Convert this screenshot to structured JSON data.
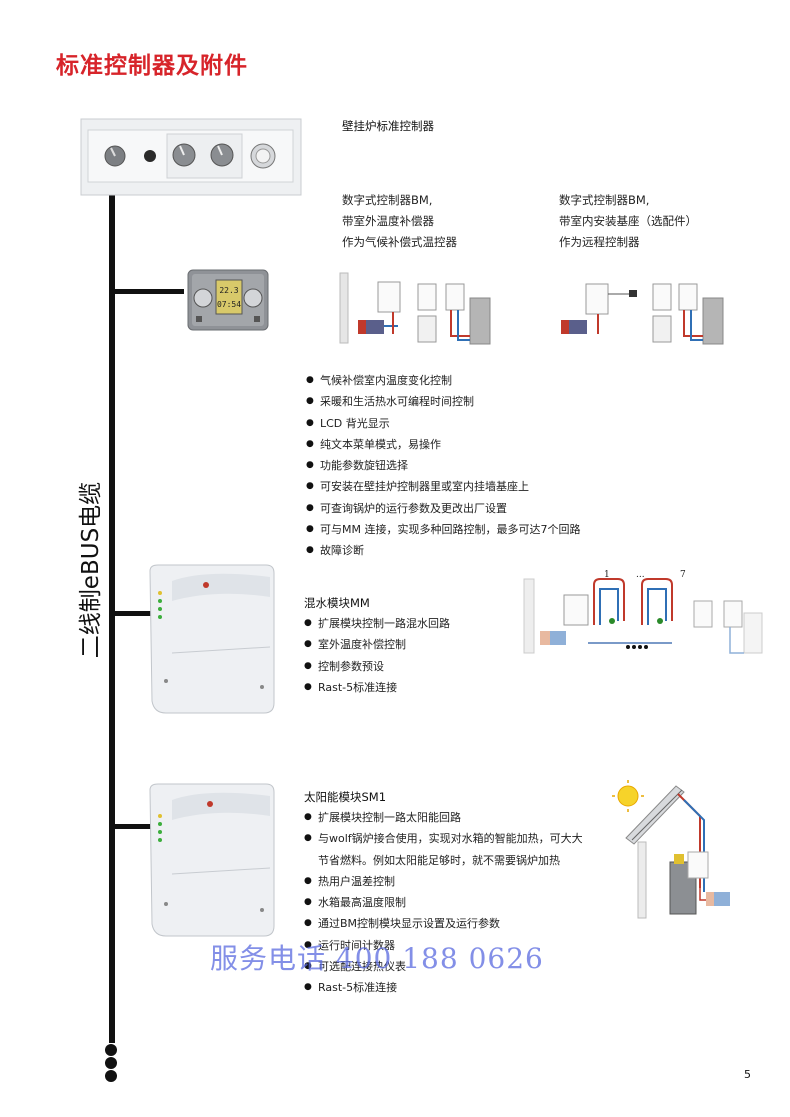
{
  "page": {
    "title": "标准控制器及附件",
    "bus_label": "二线制eBUS电缆",
    "page_number": "5",
    "watermark": "服务电话 400 188 0626"
  },
  "boiler_controller": {
    "heading": "壁挂炉标准控制器"
  },
  "bm_left": {
    "lines": [
      "数字式控制器BM,",
      "带室外温度补偿器",
      "作为气候补偿式温控器"
    ]
  },
  "bm_right": {
    "lines": [
      "数字式控制器BM,",
      "带室内安装基座（选配件）",
      "作为远程控制器"
    ]
  },
  "bm_display": {
    "temp": "22.3",
    "time": "07:54"
  },
  "bm_features": [
    "气候补偿室内温度变化控制",
    "采暖和生活热水可编程时间控制",
    "LCD 背光显示",
    "纯文本菜单模式，易操作",
    "功能参数旋钮选择",
    "可安装在壁挂炉控制器里或室内挂墙基座上",
    "可查询锅炉的运行参数及更改出厂设置",
    "可与MM 连接，实现多种回路控制，最多可达7个回路",
    "故障诊断"
  ],
  "mm": {
    "heading": "混水模块MM",
    "features": [
      "扩展模块控制一路混水回路",
      "室外温度补偿控制",
      "控制参数预设",
      "Rast-5标准连接"
    ],
    "diagram": {
      "label_first": "1",
      "label_dots": "...",
      "label_last": "7"
    }
  },
  "sm1": {
    "heading": "太阳能模块SM1",
    "features": [
      "扩展模块控制一路太阳能回路",
      "与wolf锅炉接合使用，实现对水箱的智能加热，可大大节省燃料。例如太阳能足够时，就不需要锅炉加热",
      "热用户温差控制",
      "水箱最高温度限制",
      "通过BM控制模块显示设置及运行参数",
      "运行时间计数器",
      "可选配连接热仪表",
      "Rast-5标准连接"
    ]
  },
  "colors": {
    "title_red": "#d7242a",
    "watermark_blue": "#5a6ae0",
    "pipe_red": "#c0392b",
    "pipe_blue": "#2f6fb5"
  }
}
